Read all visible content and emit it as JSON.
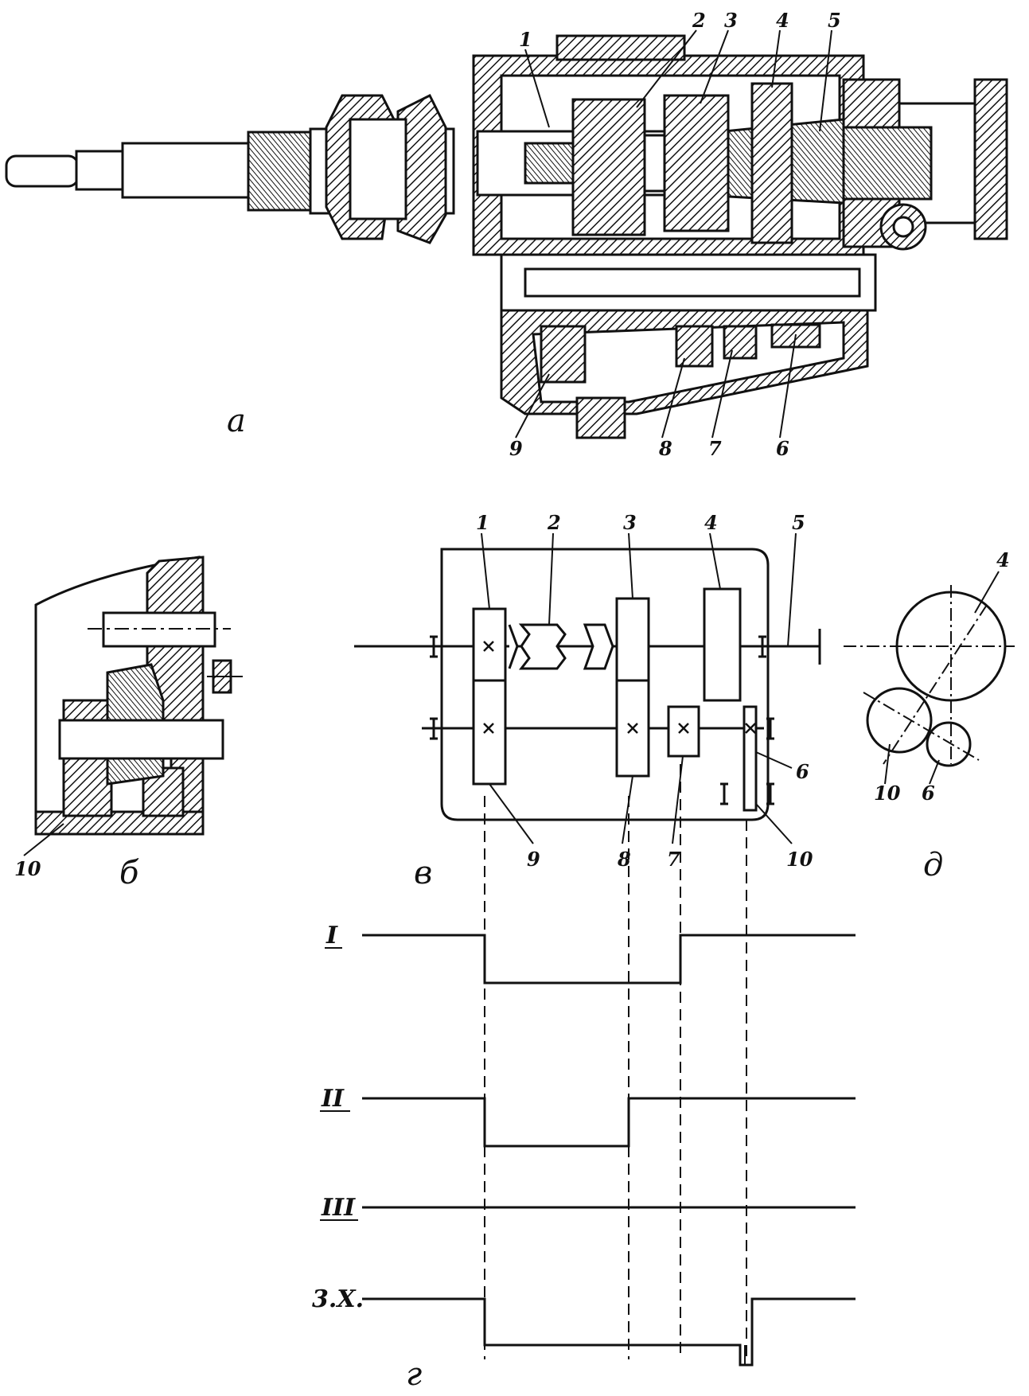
{
  "panels": {
    "a": "а",
    "b": "б",
    "v": "в",
    "g": "г",
    "d": "д"
  },
  "section_labels": [
    "1",
    "2",
    "3",
    "4",
    "5",
    "6",
    "7",
    "8",
    "9"
  ],
  "detail_b_label": "10",
  "schematic_labels": [
    "1",
    "2",
    "3",
    "4",
    "5",
    "6",
    "7",
    "8",
    "9",
    "10"
  ],
  "circles_labels": [
    "4",
    "10",
    "6"
  ],
  "gears": [
    "I",
    "II",
    "III",
    "3.X."
  ]
}
